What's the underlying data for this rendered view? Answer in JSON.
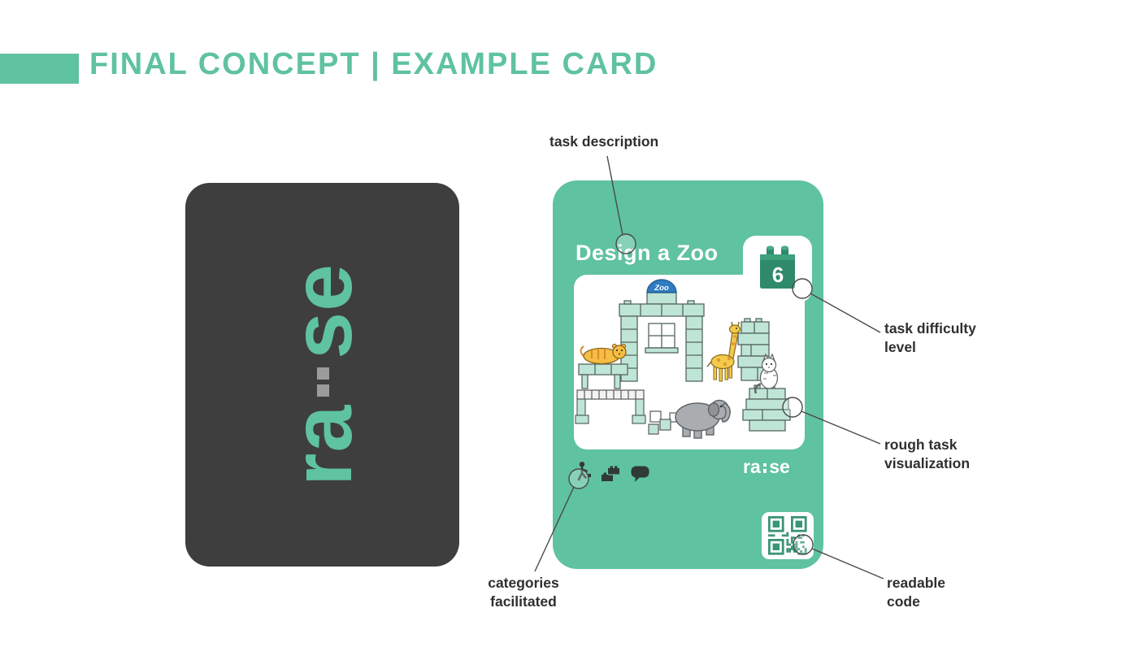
{
  "header": {
    "title": "FINAL CONCEPT | EXAMPLE CARD"
  },
  "brand": {
    "prefix": "ra",
    "suffix": "se"
  },
  "front_card": {
    "task_title": "Design a Zoo",
    "difficulty_level": "6",
    "zoo_sign": "Zoo",
    "category_icons": [
      "person",
      "building-blocks",
      "speech-bubble"
    ]
  },
  "annotations": {
    "task_description": "task description",
    "task_difficulty": "task difficulty\nlevel",
    "rough_task": "rough task\nvisualization",
    "categories": "categories\nfacilitated",
    "readable_code": "readable\ncode"
  },
  "colors": {
    "accent": "#5fc2a0",
    "card_back": "#3e3e3e",
    "annotation_text": "#2f2f2f",
    "badge_brick": "#2e8a6b",
    "qr_modules": "#3a9478"
  }
}
